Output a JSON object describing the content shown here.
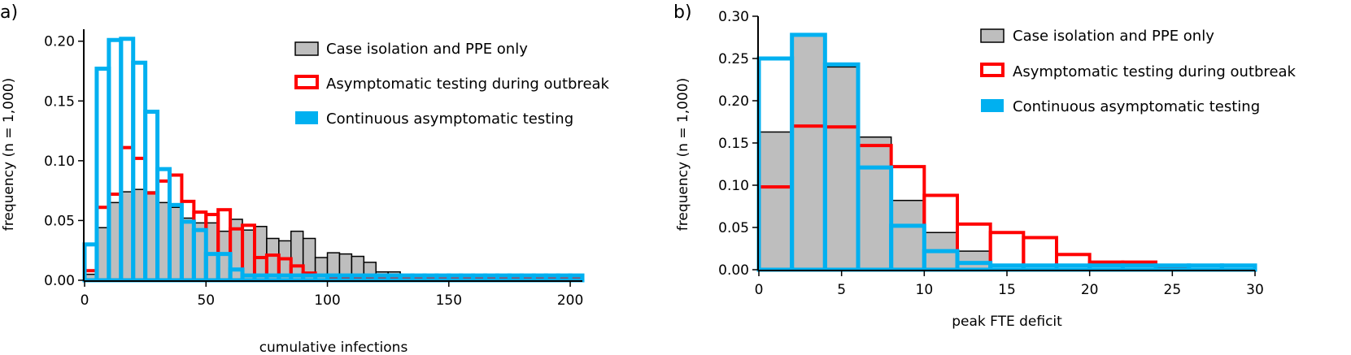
{
  "legend_entries": [
    "Case isolation and PPE only",
    "Asymptomatic testing during outbreak",
    "Continuous asymptomatic testing"
  ],
  "colors": {
    "case": "#bebebe",
    "async": "#ff0000",
    "cont": "#00b0f0",
    "outline": "#000000"
  },
  "chart_data": [
    {
      "panel_label": "a)",
      "type": "bar",
      "xlabel": "cumulative infections",
      "ylabel": "frequency (n = 1,000)",
      "xlim": [
        0,
        205
      ],
      "ylim": [
        0,
        0.21
      ],
      "x_ticks": [
        0,
        50,
        100,
        150,
        200
      ],
      "y_ticks": [
        "0.00",
        "0.05",
        "0.10",
        "0.15",
        "0.20"
      ],
      "legend_position": "top-right",
      "bin_width": 5,
      "series": [
        {
          "name": "Case isolation and PPE only",
          "bin_starts": [
            0,
            5,
            10,
            15,
            20,
            25,
            30,
            35,
            40,
            45,
            50,
            55,
            60,
            65,
            70,
            75,
            80,
            85,
            90,
            95,
            100,
            105,
            110,
            115,
            120,
            125
          ],
          "values": [
            0.005,
            0.044,
            0.065,
            0.074,
            0.076,
            0.074,
            0.065,
            0.061,
            0.052,
            0.048,
            0.048,
            0.041,
            0.051,
            0.042,
            0.045,
            0.035,
            0.033,
            0.041,
            0.035,
            0.019,
            0.023,
            0.022,
            0.02,
            0.015,
            0.007,
            0.007
          ]
        },
        {
          "name": "Asymptomatic testing during outbreak",
          "bin_starts": [
            0,
            5,
            10,
            15,
            20,
            25,
            30,
            35,
            40,
            45,
            50,
            55,
            60,
            65,
            70,
            75,
            80,
            85,
            90,
            95,
            100,
            105,
            110,
            115,
            120,
            125,
            130,
            135,
            140,
            145,
            150,
            155,
            160,
            165,
            170,
            175,
            180,
            185,
            190,
            195,
            200
          ],
          "values": [
            0.008,
            0.061,
            0.072,
            0.111,
            0.102,
            0.073,
            0.083,
            0.088,
            0.066,
            0.057,
            0.055,
            0.059,
            0.043,
            0.046,
            0.019,
            0.021,
            0.018,
            0.012,
            0.006,
            0.004,
            0.003,
            0.002,
            0.001,
            0.001,
            0.001,
            0.001,
            0.001,
            0.001,
            0.001,
            0.001,
            0.001,
            0.001,
            0.001,
            0.001,
            0.001,
            0.001,
            0.001,
            0.001,
            0.001,
            0.001,
            0.001
          ]
        },
        {
          "name": "Continuous asymptomatic testing",
          "bin_starts": [
            0,
            5,
            10,
            15,
            20,
            25,
            30,
            35,
            40,
            45,
            50,
            55,
            60,
            65,
            70,
            75,
            80,
            85,
            90,
            95,
            100,
            105,
            110,
            115,
            120,
            125,
            130,
            135,
            140,
            145,
            150,
            155,
            160,
            165,
            170,
            175,
            180,
            185,
            190,
            195,
            200
          ],
          "values": [
            0.03,
            0.177,
            0.201,
            0.202,
            0.182,
            0.141,
            0.093,
            0.063,
            0.049,
            0.042,
            0.022,
            0.022,
            0.009,
            0.004,
            0.004,
            0.004,
            0.004,
            0.004,
            0.004,
            0.004,
            0.004,
            0.004,
            0.004,
            0.004,
            0.004,
            0.004,
            0.004,
            0.004,
            0.004,
            0.004,
            0.004,
            0.004,
            0.004,
            0.004,
            0.004,
            0.004,
            0.004,
            0.004,
            0.004,
            0.004,
            0.004
          ]
        }
      ]
    },
    {
      "panel_label": "b)",
      "type": "bar",
      "xlabel": "peak FTE deficit",
      "ylabel": "frequency (n = 1,000)",
      "xlim": [
        0,
        30
      ],
      "ylim": [
        0,
        0.3
      ],
      "x_ticks": [
        0,
        5,
        10,
        15,
        20,
        25,
        30
      ],
      "y_ticks": [
        "0.00",
        "0.05",
        "0.10",
        "0.15",
        "0.20",
        "0.25",
        "0.30"
      ],
      "legend_position": "top-right",
      "bin_width": 2,
      "series": [
        {
          "name": "Case isolation and PPE only",
          "bin_starts": [
            0,
            2,
            4,
            6,
            8,
            10,
            12
          ],
          "values": [
            0.163,
            0.277,
            0.24,
            0.157,
            0.082,
            0.044,
            0.022
          ]
        },
        {
          "name": "Asymptomatic testing during outbreak",
          "bin_starts": [
            0,
            2,
            4,
            6,
            8,
            10,
            12,
            14,
            16,
            18,
            20,
            22,
            24
          ],
          "values": [
            0.098,
            0.17,
            0.169,
            0.147,
            0.122,
            0.088,
            0.054,
            0.044,
            0.038,
            0.018,
            0.009,
            0.009,
            0.004
          ]
        },
        {
          "name": "Continuous asymptomatic testing",
          "bin_starts": [
            0,
            2,
            4,
            6,
            8,
            10,
            12,
            14,
            16,
            18,
            20,
            22,
            24,
            26,
            28
          ],
          "values": [
            0.25,
            0.278,
            0.243,
            0.121,
            0.052,
            0.022,
            0.008,
            0.005,
            0.005,
            0.005,
            0.005,
            0.005,
            0.005,
            0.005,
            0.005
          ]
        }
      ]
    }
  ]
}
